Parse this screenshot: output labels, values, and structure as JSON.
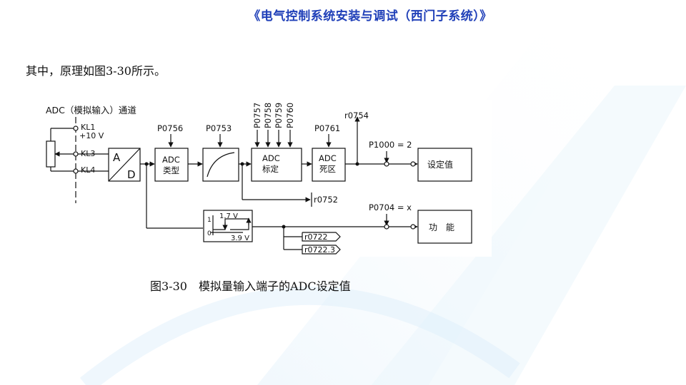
{
  "header": {
    "title": "《电气控制系统安装与调试（西门子系统）》"
  },
  "intro": {
    "text": "其中，原理如图3-30所示。"
  },
  "caption": {
    "text": "图3-30　模拟量输入端子的ADC设定值"
  },
  "diagram": {
    "title": "ADC（模拟输入）通道",
    "terminals": {
      "kl1": "KL1",
      "plus10v": "+10 V",
      "kl3": "KL3",
      "kl4": "KL4"
    },
    "ad_converter": {
      "a": "A",
      "d": "D"
    },
    "params": {
      "p0756": "P0756",
      "p0753": "P0753",
      "p0757": "P0757",
      "p0758": "P0758",
      "p0759": "P0759",
      "p0760": "P0760",
      "p0761": "P0761",
      "r0754": "r0754",
      "r0752": "r0752",
      "p1000": "P1000 = 2",
      "p0704": "P0704 = x",
      "r0722": "r0722",
      "r07223": "r0722.3"
    },
    "blocks": {
      "adc_type_l1": "ADC",
      "adc_type_l2": "类型",
      "adc_scale_l1": "ADC",
      "adc_scale_l2": "标定",
      "adc_dead_l1": "ADC",
      "adc_dead_l2": "死区",
      "setpoint": "设定值",
      "function": "功　能"
    },
    "hysteresis": {
      "v17": "1.7 V",
      "v39": "3.9 V",
      "one": "1",
      "zero": "0"
    }
  }
}
